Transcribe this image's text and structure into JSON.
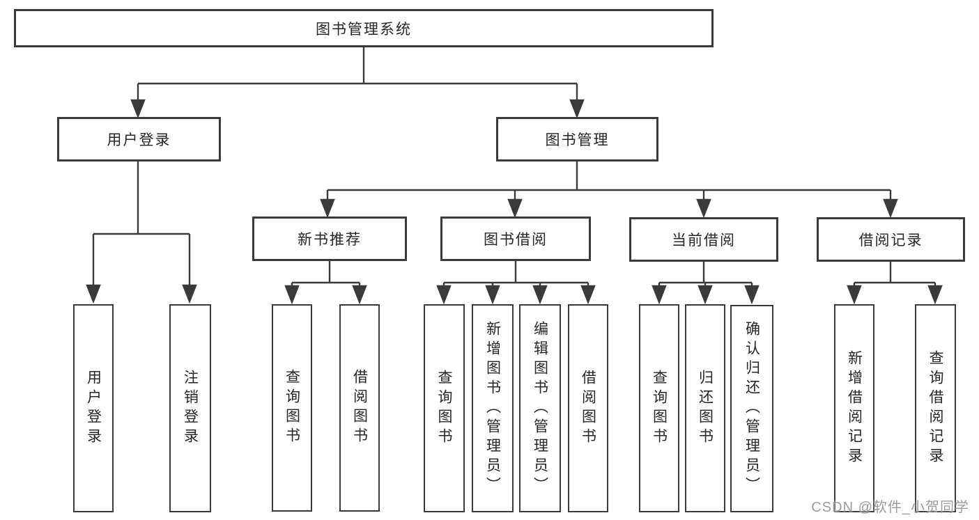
{
  "title": "图书管理系统",
  "watermark": {
    "text": "CSDN @软件_小贺同学"
  },
  "colors": {
    "line": "#3a3a3a",
    "box_border": "#3a3a3a",
    "text": "#262626",
    "background": "#ffffff",
    "watermark": "#949494"
  },
  "tree": {
    "label": "图书管理系统",
    "children": [
      {
        "label": "用户登录",
        "children": [
          {
            "label": "用户登录"
          },
          {
            "label": "注销登录"
          }
        ]
      },
      {
        "label": "图书管理",
        "children": [
          {
            "label": "新书推荐",
            "children": [
              {
                "label": "查询图书"
              },
              {
                "label": "借阅图书"
              }
            ]
          },
          {
            "label": "图书借阅",
            "children": [
              {
                "label": "查询图书"
              },
              {
                "label": "新增图书（管理员）"
              },
              {
                "label": "编辑图书（管理员）"
              },
              {
                "label": "借阅图书"
              }
            ]
          },
          {
            "label": "当前借阅",
            "children": [
              {
                "label": "查询图书"
              },
              {
                "label": "归还图书"
              },
              {
                "label": "确认归还（管理员）"
              }
            ]
          },
          {
            "label": "借阅记录",
            "children": [
              {
                "label": "新增借阅记录"
              },
              {
                "label": "查询借阅记录"
              }
            ]
          }
        ]
      }
    ]
  }
}
